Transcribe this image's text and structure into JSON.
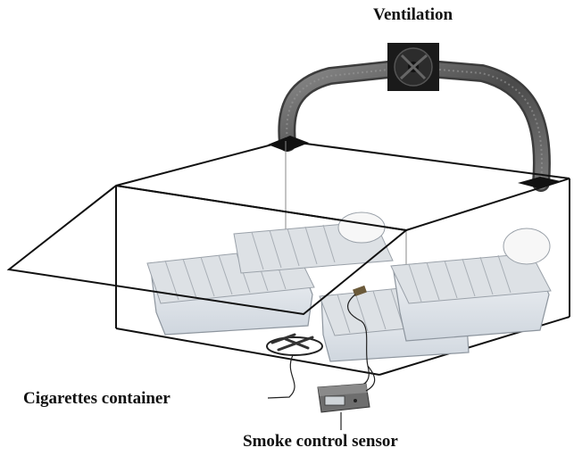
{
  "labels": {
    "ventilation": "Ventilation",
    "cigarettes_container": "Cigarettes container",
    "smoke_control_sensor": "Smoke control sensor"
  },
  "colors": {
    "box_edge": "#111111",
    "tube": "#5a5a5a",
    "cage_tray": "#e9ecf0",
    "cage_lid": "#c9cdd2",
    "fan": "#1a1a1a",
    "sensor": "#6e6e6e"
  },
  "icons": {
    "ventilation_fan": "fan-icon",
    "smoke_sensor": "sensor-device-icon",
    "cigarette_holder": "ashtray-icon"
  }
}
